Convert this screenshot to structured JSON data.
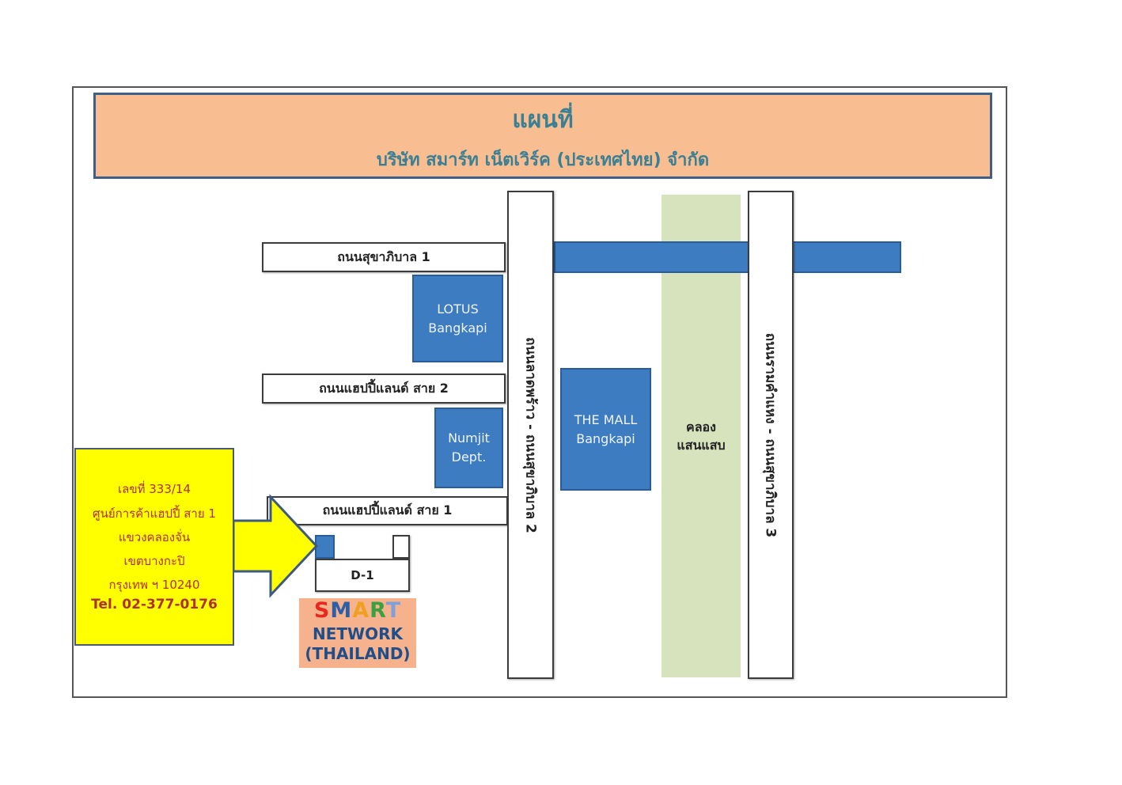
{
  "header": {
    "title": "แผนที่",
    "subtitle": "บริษัท  สมาร์ท  เน็ตเวิร์ค (ประเทศไทย)  จำกัด"
  },
  "roads": {
    "sukhaphiban1": "ถนนสุขาภิบาล 1",
    "happyland2": "ถนนแฮปปี้แลนด์ สาย 2",
    "happyland1": "ถนนแฮปปี้แลนด์ สาย 1",
    "ladprao": "ถนนลาดพร้าว - ถนนสุขาภิบาล 2",
    "ramkhamhaeng": "ถนนรามคำแหง - ถนนสุขาภิบาล 3"
  },
  "buildings": {
    "lotus_line1": "LOTUS",
    "lotus_line2": "Bangkapi",
    "numjit_line1": "Numjit",
    "numjit_line2": "Dept.",
    "mall_line1": "THE MALL",
    "mall_line2": "Bangkapi",
    "d1": "D-1"
  },
  "canal": {
    "line1": "คลอง",
    "line2": "แสนแสบ"
  },
  "address": {
    "line1": "เลขที่ 333/14",
    "line2": "ศูนย์การค้าแฮปปี้ สาย 1",
    "line3": "แขวงคลองจั่น",
    "line4": "เขตบางกะปิ",
    "line5": "กรุงเทพ ฯ 10240",
    "tel": "Tel. 02-377-0176"
  },
  "logo": {
    "letters": [
      "S",
      "M",
      "A",
      "R",
      "T"
    ],
    "letter_colors": [
      "#e8281e",
      "#2c5fa8",
      "#f0a020",
      "#3aa040",
      "#7fa0d8"
    ],
    "line2": "NETWORK",
    "line3": "(THAILAND)"
  },
  "colors": {
    "header_bg": "#f8be92",
    "header_text": "#3a7f93",
    "building_blue": "#3d7cc1",
    "canal_green": "#d6e3bc",
    "address_bg": "#ffff00",
    "address_text": "#b03030"
  }
}
